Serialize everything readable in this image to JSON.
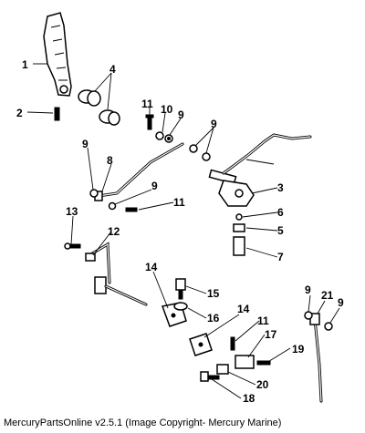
{
  "callouts": [
    "1",
    "2",
    "4",
    "11",
    "10",
    "9",
    "9",
    "9",
    "8",
    "9",
    "11",
    "3",
    "6",
    "5",
    "7",
    "13",
    "12",
    "14",
    "15",
    "16",
    "14",
    "11",
    "17",
    "19",
    "20",
    "18",
    "9",
    "21",
    "9"
  ],
  "footer": "MercuryPartsOnline v2.5.1 (Image Copyright- Mercury Marine)"
}
